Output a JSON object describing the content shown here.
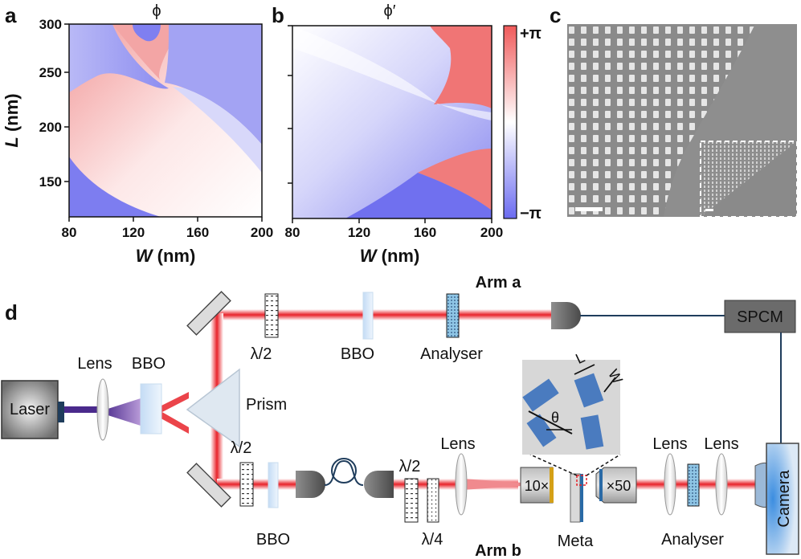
{
  "panels": {
    "a": {
      "letter": "a",
      "title": "ϕ"
    },
    "b": {
      "letter": "b",
      "title": "ϕ′"
    },
    "c": {
      "letter": "c"
    },
    "d": {
      "letter": "d"
    }
  },
  "axes": {
    "x_label_italic": "W",
    "x_unit": " (nm)",
    "y_label_italic": "L",
    "y_unit": " (nm)",
    "x_ticks": [
      "80",
      "120",
      "160",
      "200"
    ],
    "y_ticks": [
      "300",
      "250",
      "200",
      "150"
    ]
  },
  "colorbar": {
    "max_label": "+π",
    "min_label": "−π",
    "max_color": "#f05a5a",
    "min_color": "#6b6bf0"
  },
  "setup": {
    "laser": "Laser",
    "lens1": "Lens",
    "bbo1": "BBO",
    "prism": "Prism",
    "arm_a": "Arm a",
    "arm_b": "Arm b",
    "half_wave_a": "λ/2",
    "bbo_a": "BBO",
    "analyser_a": "Analyser",
    "spcm": "SPCM",
    "half_wave_b": "λ/2",
    "bbo_b": "BBO",
    "half_wave_b2": "λ/2",
    "quarter_wave": "λ/4",
    "lens_b": "Lens",
    "objective_10": "10×",
    "meta": "Meta",
    "objective_50": "×50",
    "lens_r1": "Lens",
    "lens_r2": "Lens",
    "analyser_b": "Analyser",
    "camera": "Camera",
    "inset_L": "L",
    "inset_W": "W",
    "inset_theta": "θ",
    "beam_color": "#e8232a"
  }
}
